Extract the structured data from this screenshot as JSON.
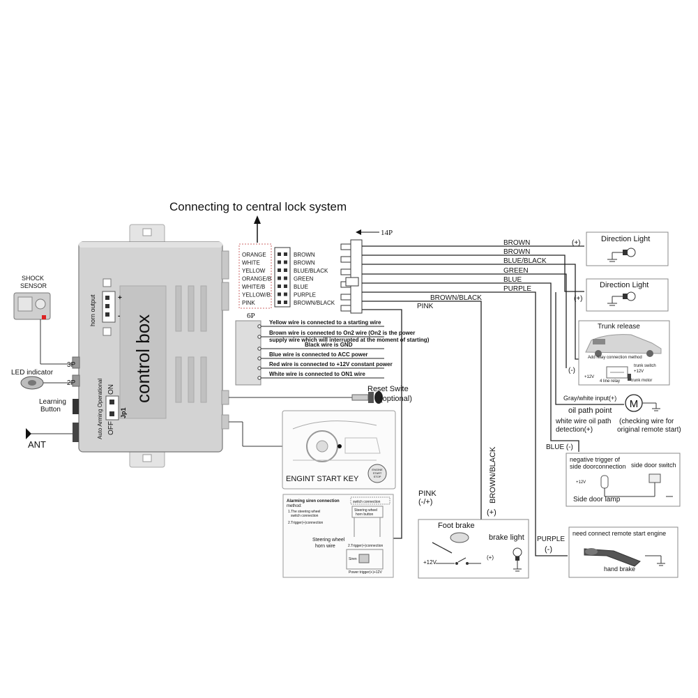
{
  "title": "Connecting to central lock system",
  "control_box": {
    "label": "control box",
    "horn_output": "horn output",
    "horn_minus": "-",
    "horn_plus": "+",
    "auto_arming": "Auto Arming Operational",
    "switch_on": "ON",
    "switch_off": "OFF",
    "jumper": "Jp1",
    "port_3p": "3P",
    "port_2p": "2P"
  },
  "peripherals": {
    "shock_sensor_line1": "SHOCK",
    "shock_sensor_line2": "SENSOR",
    "led_indicator": "LED indicator",
    "learning_line1": "Learning",
    "learning_line2": "Button",
    "ant": "ANT"
  },
  "lock_connector": {
    "left": [
      "ORANGE",
      "WHITE",
      "YELLOW",
      "ORANGE/B",
      "WHITE/B",
      "YELLOW/B",
      "PINK"
    ],
    "right": [
      "BROWN",
      "BROWN",
      "BLUE/BLACK",
      "GREEN",
      "BLUE",
      "PURPLE",
      "BROWN/BLACK"
    ]
  },
  "connector_6p": {
    "label": "6P",
    "wires": [
      "Yellow wire is connected to a starting wire",
      "Brown wire is connected to On2 wire (On2 is the power",
      "supply wire which will interrupted at the moment of starting)",
      "Black wire is GND",
      "Blue wire is connected to ACC power",
      "Red wire is connected to +12V constant power",
      "White wire is connected to ON1 wire"
    ]
  },
  "reset": {
    "line1": "Reset Swite",
    "line2": "(optional)"
  },
  "engine_start": {
    "label": "ENGINT START KEY",
    "btn1": "ENGINE",
    "btn2": "START",
    "btn3": "STOP"
  },
  "connector_14p": {
    "label": "14P",
    "wires": [
      "BROWN",
      "BROWN",
      "BLUE/BLACK",
      "GREEN",
      "BLUE",
      "PURPLE",
      "BROWN/BLACK",
      "PINK"
    ]
  },
  "direction_light": {
    "label1": "Direction Light",
    "label2": "Direction Light",
    "plus": "(+)"
  },
  "trunk": {
    "label": "Trunk release",
    "method": "Add relay connection method",
    "minus": "(-)",
    "v12": "+12V",
    "relay": "4 line relay",
    "trunk_switch": "trunk switch",
    "v12_b": "+12V",
    "trunk_motor": "trunk motor"
  },
  "oil_path": {
    "input": "Gray/white  input(+)",
    "point": "oil path point",
    "motor": "M",
    "white_line1": "white wire oil path",
    "white_line2": "detection(+)",
    "check_line1": "(checking wire for",
    "check_line2": "original remote start)"
  },
  "side_door": {
    "blue_label": "BLUE (-)",
    "neg_line1": "negative trigger of",
    "neg_line2": "side doorconnection",
    "switch": "side door switch",
    "v12": "+12V",
    "lamp": "Side door lamp"
  },
  "alarm_siren": {
    "title_line1": "Alarming siren connection",
    "title_line2": "method:",
    "item1a": "1.The steering wheel",
    "item1b": "switch connection",
    "item2": "2.Trigger(+)connection",
    "steering_line1": "Steering wheel",
    "steering_line2": "horn wire",
    "right_title": "switch connection",
    "right_inner1": "Steering wheel",
    "right_inner2": "horn button",
    "right_trigger": "2.Trigger(+)connection",
    "siren": "Siren",
    "power": "Power trigger(+)+12V"
  },
  "pink_label": {
    "line1": "PINK",
    "line2": "(-/+)"
  },
  "brown_black_label": "BROWN/BLACK",
  "brown_black_sign": "(+)",
  "foot_brake": {
    "label": "Foot brake",
    "brake_light": "brake light",
    "v12": "+12V",
    "plus": "(+)"
  },
  "purple_label": {
    "line1": "PURPLE",
    "line2": "(-)"
  },
  "remote_start": {
    "label": "need connect remote start engine",
    "hand_brake": "hand brake"
  }
}
